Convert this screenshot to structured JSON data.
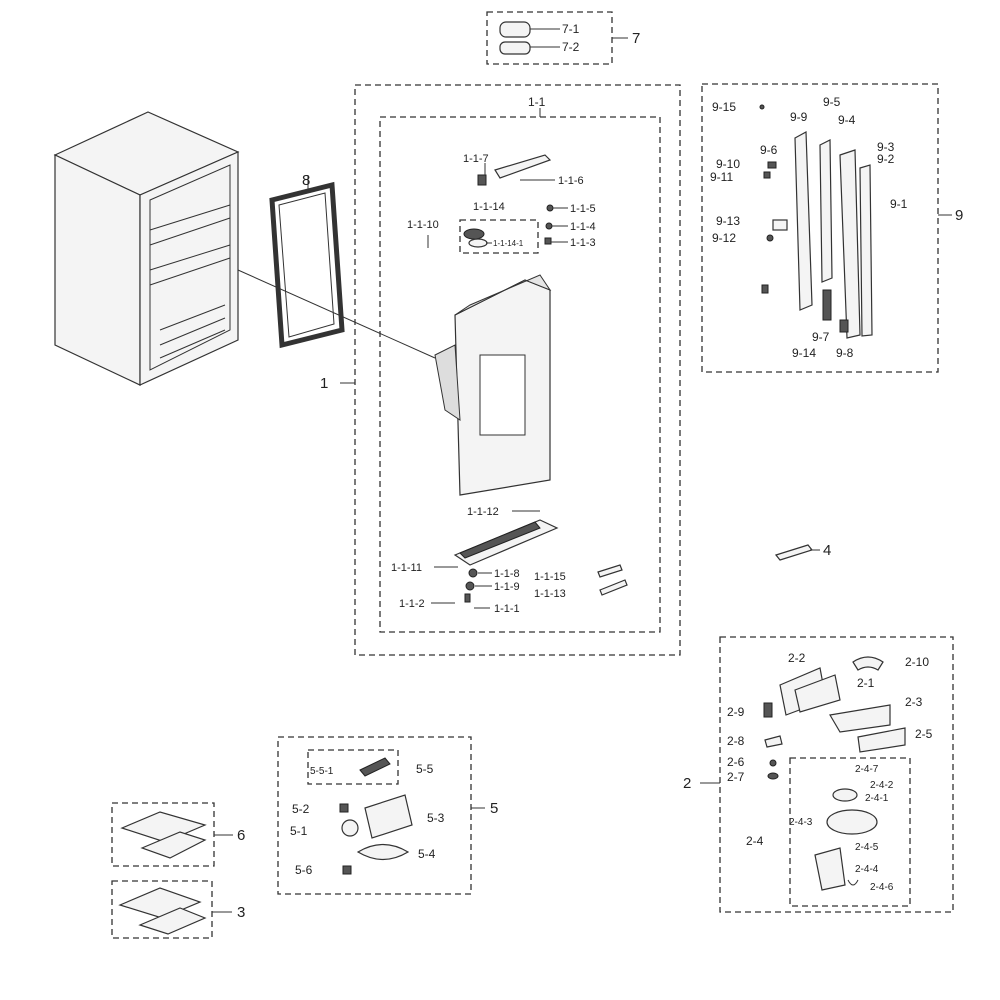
{
  "groups": {
    "g1": {
      "label": "1",
      "sub": "1-1"
    },
    "g2": {
      "label": "2"
    },
    "g3": {
      "label": "3"
    },
    "g4": {
      "label": "4"
    },
    "g5": {
      "label": "5"
    },
    "g6": {
      "label": "6"
    },
    "g7": {
      "label": "7"
    },
    "g8": {
      "label": "8"
    },
    "g9": {
      "label": "9"
    }
  },
  "callouts": {
    "c7_1": "7-1",
    "c7_2": "7-2",
    "c1_1_7": "1-1-7",
    "c1_1_6": "1-1-6",
    "c1_1_14": "1-1-14",
    "c1_1_5": "1-1-5",
    "c1_1_10": "1-1-10",
    "c1_1_4": "1-1-4",
    "c1_1_14_1": "1-1-14-1",
    "c1_1_3": "1-1-3",
    "c1_1_12": "1-1-12",
    "c1_1_11": "1-1-11",
    "c1_1_8": "1-1-8",
    "c1_1_9": "1-1-9",
    "c1_1_15": "1-1-15",
    "c1_1_13": "1-1-13",
    "c1_1_2": "1-1-2",
    "c1_1_1": "1-1-1",
    "c9_15": "9-15",
    "c9_9": "9-9",
    "c9_5": "9-5",
    "c9_4": "9-4",
    "c9_3": "9-3",
    "c9_6": "9-6",
    "c9_2": "9-2",
    "c9_10": "9-10",
    "c9_11": "9-11",
    "c9_1": "9-1",
    "c9_13": "9-13",
    "c9_12": "9-12",
    "c9_7": "9-7",
    "c9_14": "9-14",
    "c9_8": "9-8",
    "c2_2": "2-2",
    "c2_10": "2-10",
    "c2_1": "2-1",
    "c2_3": "2-3",
    "c2_9": "2-9",
    "c2_5": "2-5",
    "c2_8": "2-8",
    "c2_6": "2-6",
    "c2_7": "2-7",
    "c2_4_7": "2-4-7",
    "c2_4_2": "2-4-2",
    "c2_4_1": "2-4-1",
    "c2_4_3": "2-4-3",
    "c2_4": "2-4",
    "c2_4_5": "2-4-5",
    "c2_4_4": "2-4-4",
    "c2_4_6": "2-4-6",
    "c5_5_1": "5-5-1",
    "c5_5": "5-5",
    "c5_2": "5-2",
    "c5_3": "5-3",
    "c5_1": "5-1",
    "c5_4": "5-4",
    "c5_6": "5-6"
  }
}
